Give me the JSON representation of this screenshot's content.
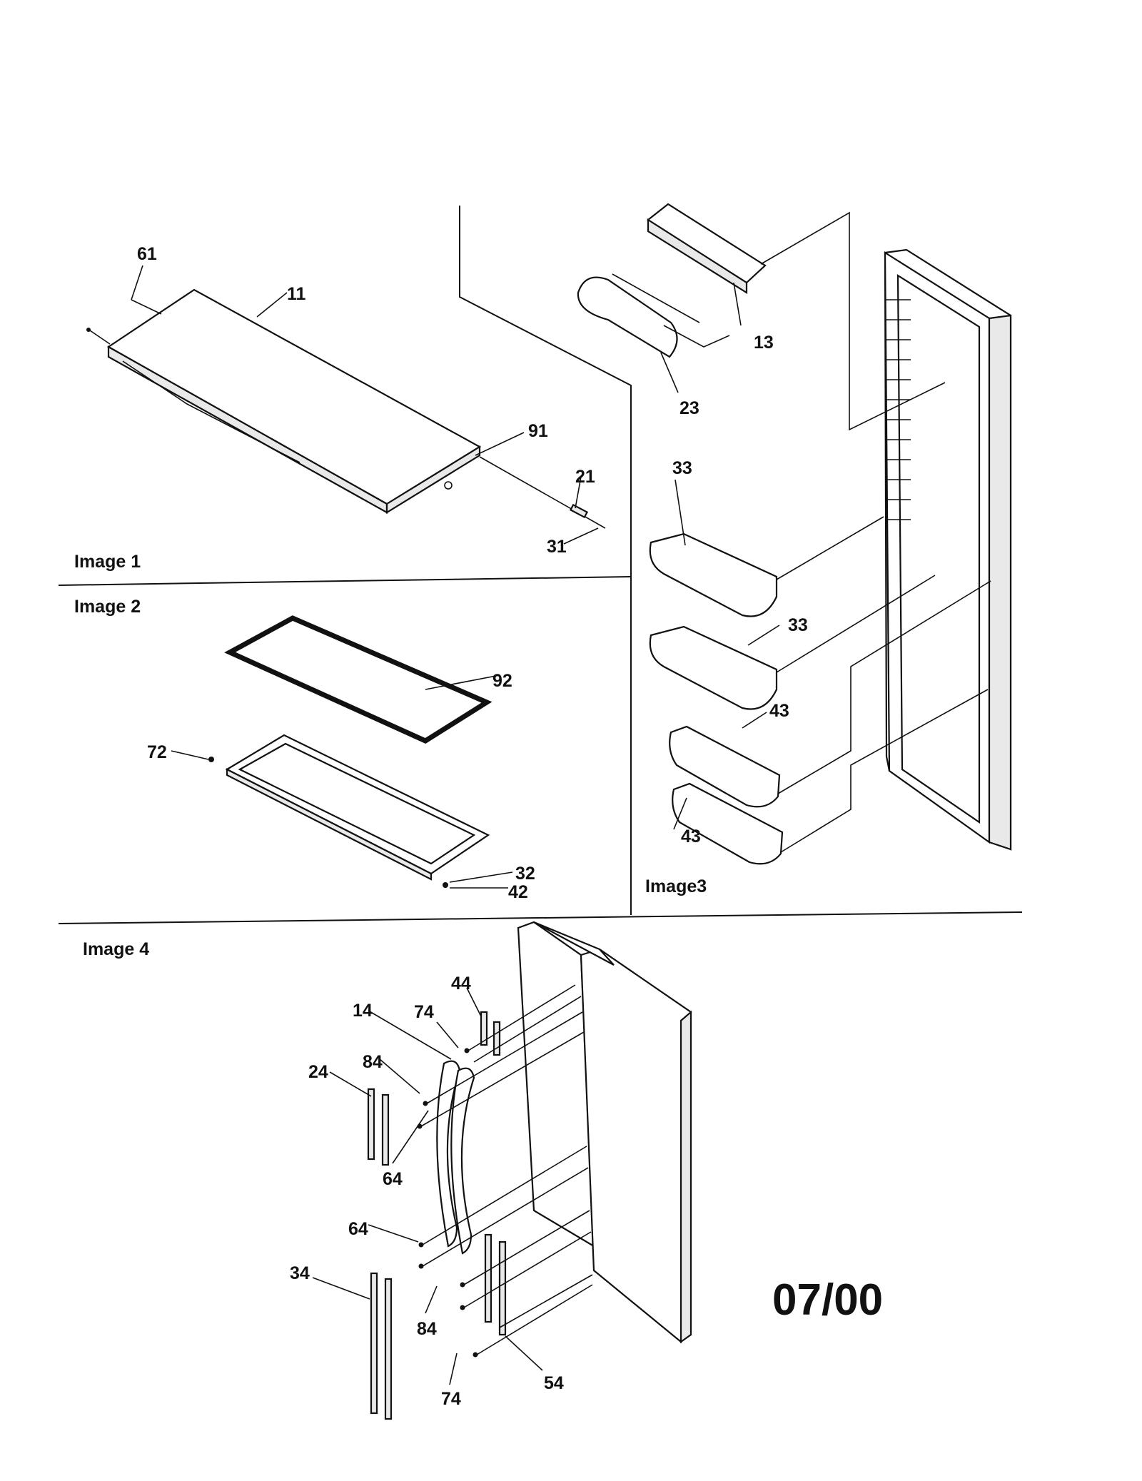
{
  "sections": {
    "image1": "Image 1",
    "image2": "Image 2",
    "image3": "Image3",
    "image4": "Image 4"
  },
  "date_code": "07/00",
  "callouts": {
    "c61": "61",
    "c11": "11",
    "c91": "91",
    "c21": "21",
    "c31": "31",
    "c92": "92",
    "c72": "72",
    "c32": "32",
    "c42": "42",
    "c13": "13",
    "c23": "23",
    "c33a": "33",
    "c33b": "33",
    "c43a": "43",
    "c43b": "43",
    "c44": "44",
    "c14": "14",
    "c74a": "74",
    "c84a": "84",
    "c24": "24",
    "c64a": "64",
    "c64b": "64",
    "c34": "34",
    "c84b": "84",
    "c74b": "74",
    "c54": "54"
  }
}
